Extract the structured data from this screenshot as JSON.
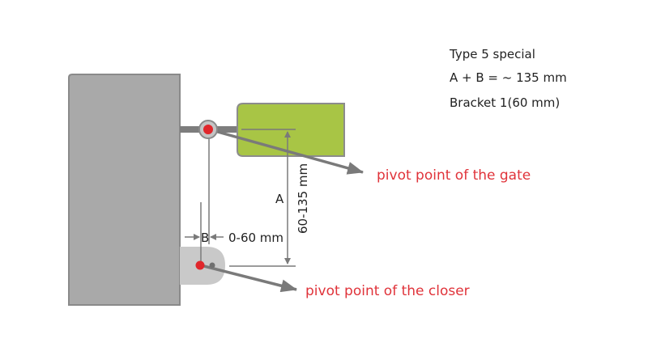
{
  "info": {
    "line1": "Type 5 special",
    "line2": "A + B = ~ 135 mm",
    "line3": "Bracket 1(60 mm)"
  },
  "dimensions": {
    "a_label": "A",
    "a_range": "60-135 mm",
    "b_label": "B",
    "b_range": "0-60 mm"
  },
  "callouts": {
    "gate_pivot": "pivot point of the gate",
    "closer_pivot": "pivot point of the closer"
  },
  "colors": {
    "gate": "#a8c545",
    "wall": "#a9a9a9",
    "pivot": "#e0262b",
    "label": "#e0333a"
  }
}
